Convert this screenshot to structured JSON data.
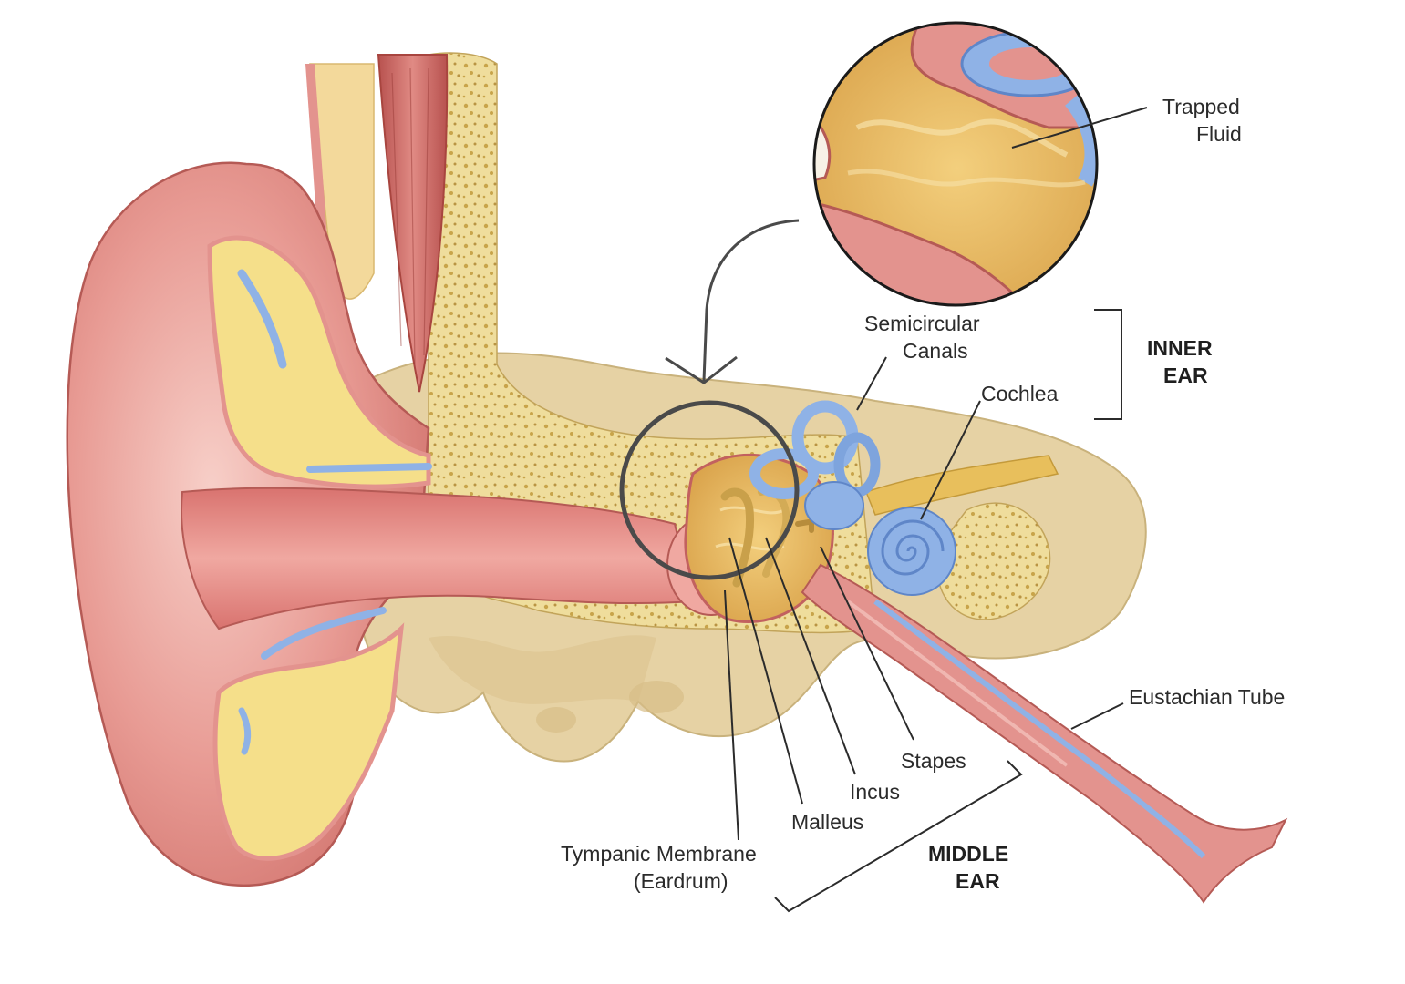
{
  "diagram": {
    "labels": {
      "trapped_fluid": [
        "Trapped",
        "Fluid"
      ],
      "semicircular_canals": [
        "Semicircular",
        "Canals"
      ],
      "cochlea": "Cochlea",
      "eustachian_tube": "Eustachian Tube",
      "stapes": "Stapes",
      "incus": "Incus",
      "malleus": "Malleus",
      "tympanic_membrane": [
        "Tympanic Membrane",
        "(Eardrum)"
      ]
    },
    "groups": {
      "inner_ear": [
        "INNER",
        "EAR"
      ],
      "middle_ear": [
        "MIDDLE",
        "EAR"
      ]
    }
  },
  "colors": {
    "skin": "#e3938e",
    "skin_dark": "#c2615f",
    "skin_light": "#f6c6c1",
    "cartilage": "#f5df8a",
    "bone": "#e8d3a6",
    "bone_spongy": "#ecd894",
    "fluid": "#e2b25a",
    "labyrinth": "#8fb2e6",
    "labyrinth_dark": "#5f86c8",
    "muscle": "#cf6e6a",
    "nerve": "#e8bf5c",
    "highlight_circle": "#4a4a4a"
  }
}
